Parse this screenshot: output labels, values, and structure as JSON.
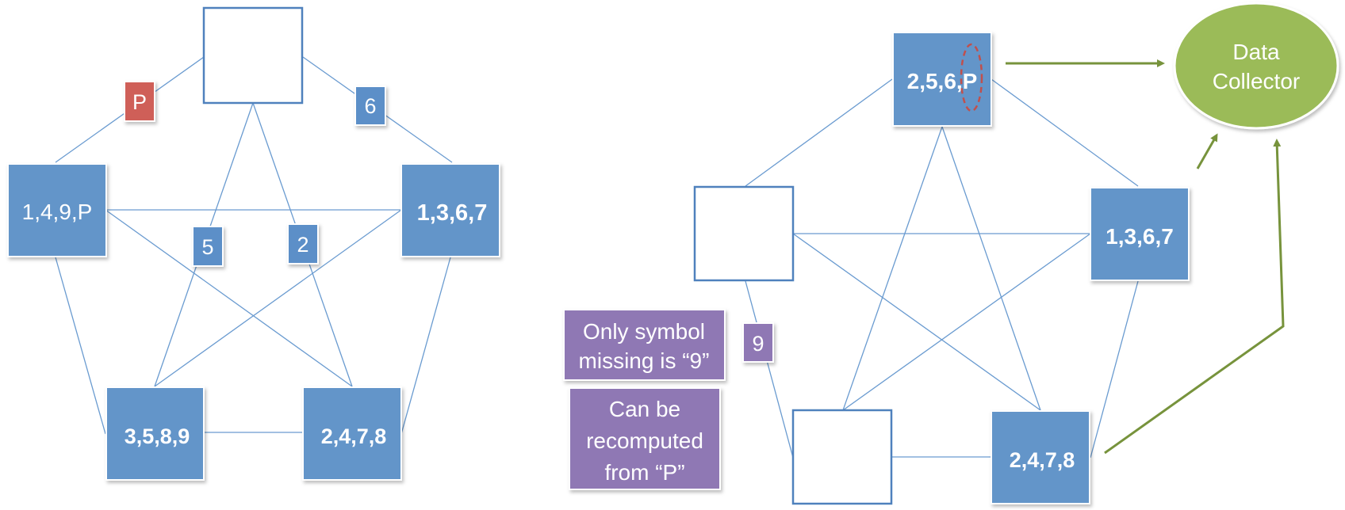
{
  "colors": {
    "node_fill": "#6395c9",
    "node_border": "#4f81bd",
    "line": "#6a9bd0",
    "tag_red": "#cf5f58",
    "tag_blue": "#5b8fc8",
    "note_purple": "#8f78b4",
    "collector_fill": "#9bbb59",
    "arrow": "#77933c",
    "dashed_oval": "#c0504d"
  },
  "left": {
    "nodes": {
      "top": "",
      "left": "1,4,9,P",
      "right": "1,3,6,7",
      "bottom_left": "3,5,8,9",
      "bottom_right": "2,4,7,8"
    },
    "tags": {
      "p": "P",
      "six": "6",
      "five": "5",
      "two": "2"
    }
  },
  "right": {
    "nodes": {
      "top": "2,5,6,P",
      "left": "",
      "right": "1,3,6,7",
      "bottom_left": "",
      "bottom_right": "2,4,7,8"
    },
    "tags": {
      "nine": "9"
    },
    "collector": {
      "line1": "Data",
      "line2": "Collector"
    },
    "notes": {
      "missing": [
        "Only symbol",
        "missing is “9”"
      ],
      "recompute": [
        "Can be",
        "recomputed",
        "from “P”"
      ]
    }
  }
}
